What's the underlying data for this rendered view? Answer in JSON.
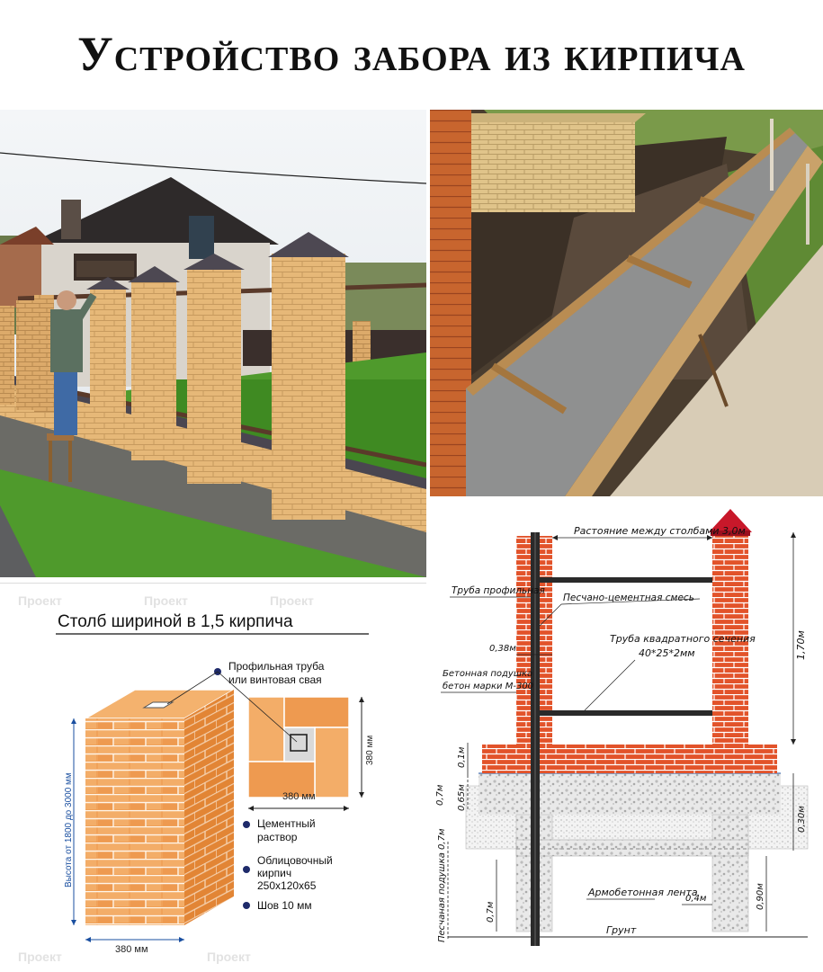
{
  "title": "Устройство забора из кирпича",
  "column_diagram": {
    "heading": "Столб шириной в 1,5 кирпича",
    "label_pipe_line1": "Профильная труба",
    "label_pipe_line2": "или винтовая свая",
    "label_mortar_line1": "Цементный",
    "label_mortar_line2": "раствор",
    "label_brick_line1": "Облицовочный",
    "label_brick_line2": "кирпич",
    "label_brick_line3": "250x120x65",
    "label_seam": "Шов 10 мм",
    "height_label": "Высота от 1800 до 3000 мм",
    "width_bottom": "380 мм",
    "width_plan": "380 мм",
    "height_plan": "380 мм",
    "watermark": "Проект"
  },
  "section_diagram": {
    "distance_label": "Растояние между столбами 3,0м",
    "pipe_profile": "Труба профильная",
    "sand_cement": "Песчано-цементная смесь",
    "square_pipe_line1": "Труба квадратного сечения",
    "square_pipe_line2": "40*25*2мм",
    "dim_038": "0,38м",
    "concrete_pad_line1": "Бетонная подушка",
    "concrete_pad_line2": "бетон марки М-300",
    "dim_01": "0,1м",
    "dim_17": "1,70м",
    "dim_07_top": "0,7м",
    "dim_065": "0,65м",
    "dim_030": "0,30м",
    "sand_pad": "Песчаная подушка 0,7м",
    "rebar_tape": "Армобетонная лента",
    "dim_04": "0,4м",
    "dim_090": "0,90м",
    "dim_07_bottom": "0,7м",
    "ground": "Грунт"
  },
  "colors": {
    "brick": "#e8823a",
    "brick_red": "#e2532a",
    "grass": "#4f9a2c",
    "sky": "#eef1f4",
    "concrete": "#8f8f8f",
    "cap": "#5a5560",
    "dim_line": "#1a4fa0"
  }
}
